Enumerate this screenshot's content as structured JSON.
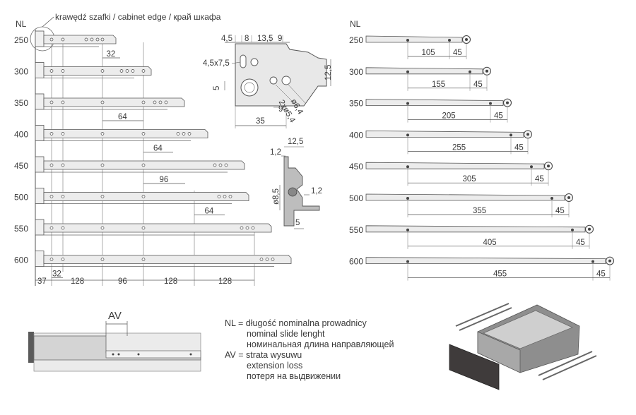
{
  "header": {
    "edge_label": "krawędź szafki / cabinet edge / край шкафа"
  },
  "left_table": {
    "nl_header": "NL",
    "rows": [
      {
        "nl": "250",
        "dim": "32"
      },
      {
        "nl": "300",
        "dim": ""
      },
      {
        "nl": "350",
        "dim": "64"
      },
      {
        "nl": "400",
        "dim": "64"
      },
      {
        "nl": "450",
        "dim": "96"
      },
      {
        "nl": "500",
        "dim": "64"
      },
      {
        "nl": "550",
        "dim": ""
      },
      {
        "nl": "600",
        "dim": "32"
      }
    ],
    "bottom_dims": [
      "37",
      "128",
      "96",
      "128",
      "128"
    ]
  },
  "bracket_detail": {
    "top_dims": [
      "4,5",
      "8",
      "13,5",
      "9"
    ],
    "slot": "4,5x7,5",
    "side_12_5": "12,5",
    "side_5": "5",
    "dia_6_4": "ø6,4",
    "dia_5_4": "2xø5,4",
    "dim_9": "9",
    "dim_35": "35"
  },
  "profile_detail": {
    "w_12_5": "12,5",
    "t_1_2_top": "1,2",
    "t_1_2_right": "1,2",
    "dia_8_5": "ø8,5",
    "base_5": "5"
  },
  "right_table": {
    "nl_header": "NL",
    "rows": [
      {
        "nl": "250",
        "a": "105",
        "b": "45"
      },
      {
        "nl": "300",
        "a": "155",
        "b": "45"
      },
      {
        "nl": "350",
        "a": "205",
        "b": "45"
      },
      {
        "nl": "400",
        "a": "255",
        "b": "45"
      },
      {
        "nl": "450",
        "a": "305",
        "b": "45"
      },
      {
        "nl": "500",
        "a": "355",
        "b": "45"
      },
      {
        "nl": "550",
        "a": "405",
        "b": "45"
      },
      {
        "nl": "600",
        "a": "455",
        "b": "45"
      }
    ]
  },
  "av_detail": {
    "label": "AV"
  },
  "legend": {
    "nl_line1": "NL = długość nominalna prowadnicy",
    "nl_line2": "nominal slide lenght",
    "nl_line3": "номинальная длина направляющей",
    "av_line1": "AV = strata wysuwu",
    "av_line2": "extension loss",
    "av_line3": "потеря на выдвижении"
  },
  "colors": {
    "line": "#555555",
    "rail_fill": "#ececec",
    "panel": "#4a4646",
    "drawer": "#9a9a9a"
  }
}
